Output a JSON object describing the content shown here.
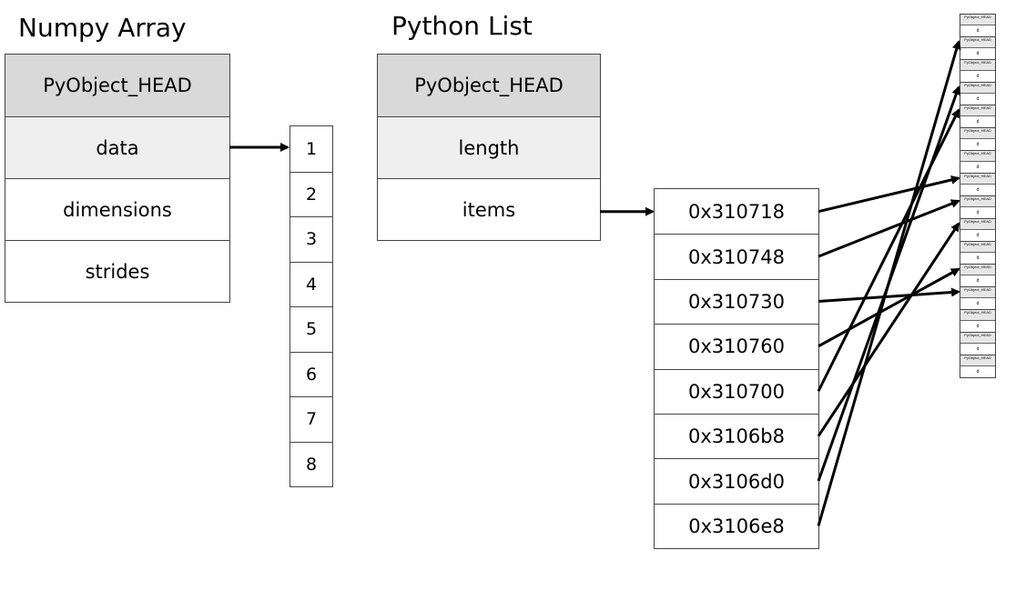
{
  "numpy_array": {
    "title": "Numpy Array",
    "fields": [
      "PyObject_HEAD",
      "data",
      "dimensions",
      "strides"
    ],
    "data_values": [
      "1",
      "2",
      "3",
      "4",
      "5",
      "6",
      "7",
      "8"
    ]
  },
  "python_list": {
    "title": "Python List",
    "fields": [
      "PyObject_HEAD",
      "length",
      "items"
    ],
    "addresses": [
      "0x310718",
      "0x310748",
      "0x310730",
      "0x310760",
      "0x310700",
      "0x3106b8",
      "0x3106d0",
      "0x3106e8"
    ]
  },
  "py_objects": {
    "count": 16,
    "head_label": "PyObject_HEAD",
    "value_label": "d"
  },
  "pointer_targets": [
    7,
    8,
    12,
    11,
    4,
    9,
    3,
    1
  ]
}
